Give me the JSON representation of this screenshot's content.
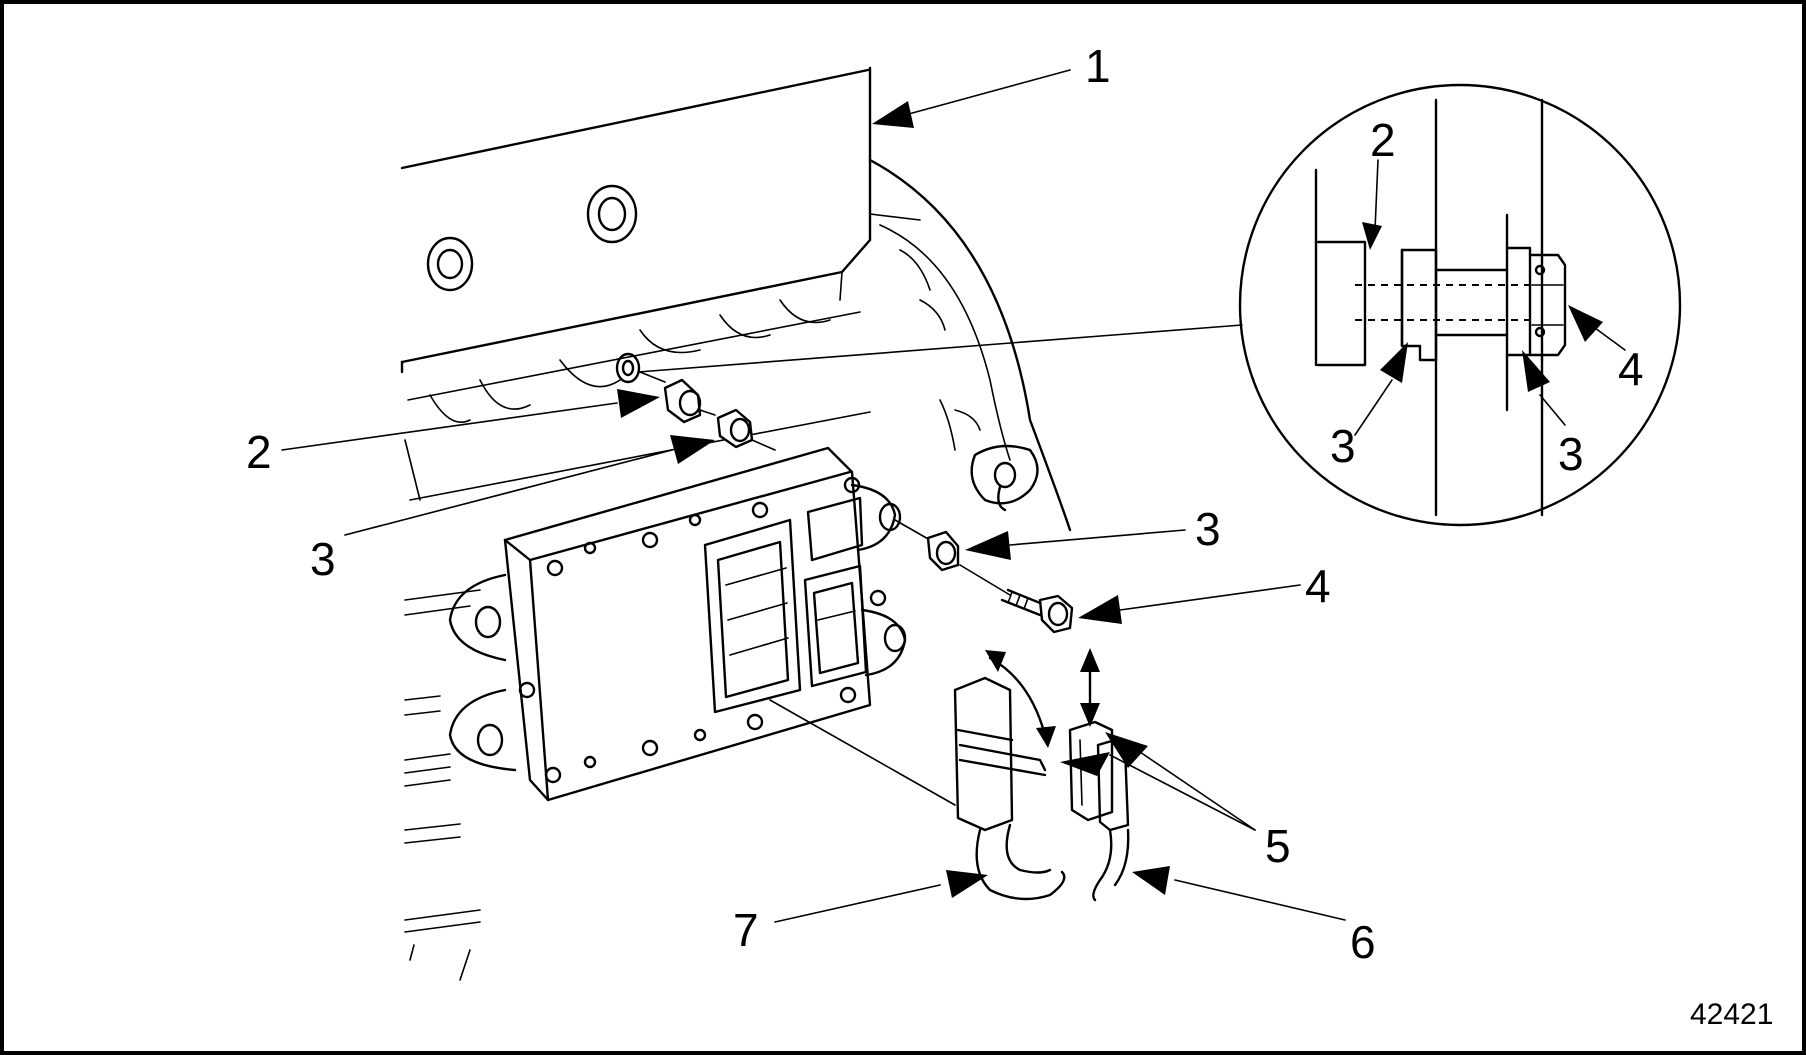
{
  "callouts": {
    "c1": "1",
    "c2": "2",
    "c3_left": "3",
    "c3_mid": "3",
    "c4": "4",
    "c5": "5",
    "c6": "6",
    "c7": "7",
    "detail_2": "2",
    "detail_3_left": "3",
    "detail_3_right": "3",
    "detail_4": "4"
  },
  "figure_number": "42421"
}
